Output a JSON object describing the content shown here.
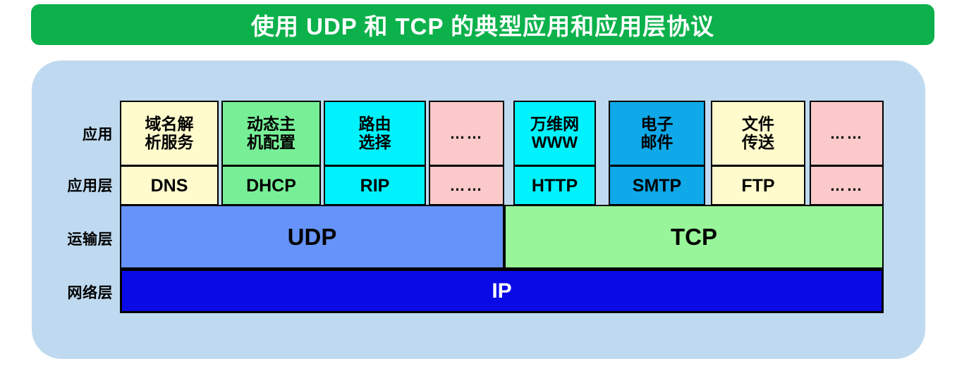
{
  "title": {
    "text": "使用 UDP 和 TCP 的典型应用和应用层协议",
    "background": "#0cb14b",
    "color": "#ffffff"
  },
  "panel": {
    "background": "#bfdaf0"
  },
  "row_labels": {
    "application": "应用",
    "application_layer": "应用层",
    "transport_layer": "运输层",
    "network_layer": "网络层"
  },
  "columns": [
    {
      "id": "dns",
      "app_line1": "域名解",
      "app_line2": "析服务",
      "protocol": "DNS",
      "color": "#fffbcc",
      "stack": "udp"
    },
    {
      "id": "dhcp",
      "app_line1": "动态主",
      "app_line2": "机配置",
      "protocol": "DHCP",
      "color": "#77ef97",
      "stack": "udp"
    },
    {
      "id": "rip",
      "app_line1": "路由",
      "app_line2": "选择",
      "protocol": "RIP",
      "color": "#00f2fc",
      "stack": "udp"
    },
    {
      "id": "udp-more",
      "app_line1": "……",
      "app_line2": "",
      "protocol": "……",
      "color": "#fbc9c9",
      "stack": "udp"
    },
    {
      "id": "http",
      "app_line1": "万维网",
      "app_line2": "WWW",
      "protocol": "HTTP",
      "color": "#00f2fc",
      "stack": "tcp"
    },
    {
      "id": "smtp",
      "app_line1": "电子",
      "app_line2": "邮件",
      "protocol": "SMTP",
      "color": "#0fa8e8",
      "stack": "tcp"
    },
    {
      "id": "ftp",
      "app_line1": "文件",
      "app_line2": "传送",
      "protocol": "FTP",
      "color": "#fffbcc",
      "stack": "tcp"
    },
    {
      "id": "tcp-more",
      "app_line1": "……",
      "app_line2": "",
      "protocol": "……",
      "color": "#fbc9c9",
      "stack": "tcp"
    }
  ],
  "transport": {
    "udp": {
      "label": "UDP",
      "color": "#6693fa"
    },
    "tcp": {
      "label": "TCP",
      "color": "#99f599"
    }
  },
  "network": {
    "label": "IP",
    "color": "#0a0ae6",
    "text_color": "#ffffff"
  }
}
